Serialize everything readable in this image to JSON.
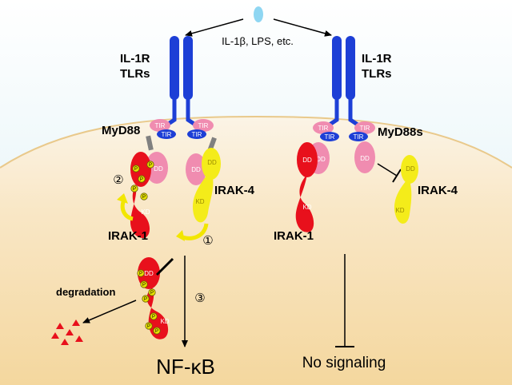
{
  "ligand": "IL-1β, LPS, etc.",
  "receptor_left": [
    "IL-1R",
    "TLRs"
  ],
  "receptor_right": [
    "IL-1R",
    "TLRs"
  ],
  "adaptor_left": "MyD88",
  "adaptor_right": "MyD88s",
  "kinase4_left": "IRAK-4",
  "kinase4_right": "IRAK-4",
  "kinase1_left": "IRAK-1",
  "kinase1_right": "IRAK-1",
  "domains": {
    "tir": "TIR",
    "dd": "DD",
    "kd": "KD",
    "p": "P"
  },
  "steps": [
    "①",
    "②",
    "③"
  ],
  "degradation": "degradation",
  "output_left": "NF-κB",
  "output_right": "No signaling",
  "colors": {
    "receptor": "#1d3fd6",
    "myd88": "#f08cb0",
    "irak1": "#e8101c",
    "irak4": "#f4ec1a",
    "phospho": "#e7e200",
    "arrow_curved": "#f2e600",
    "ligand": "#8fd6f2",
    "cytoplasm": "#f7d9a0",
    "membrane_outer": "#bfe4ee"
  }
}
